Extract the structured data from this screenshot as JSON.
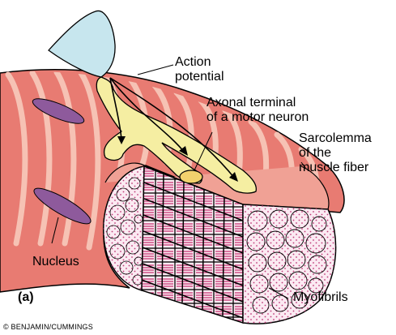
{
  "diagram": {
    "labels": {
      "action_potential": [
        "Action",
        "potential"
      ],
      "axonal_terminal": [
        "Axonal terminal",
        "of a motor neuron"
      ],
      "sarcolemma": [
        "Sarcolemma",
        "of the",
        "muscle fiber"
      ],
      "nucleus": "Nucleus",
      "myofibrils": "Myofibrils",
      "panel_letter": "(a)",
      "credit": "© BENJAMIN/CUMMINGS"
    },
    "colors": {
      "fiber_surface": "#e87b72",
      "fiber_stripe": "#f6c2b4",
      "fiber_top": "#f0a195",
      "nucleus": "#8e5a9c",
      "neuron": "#f5eea2",
      "neuron_body": "#c7e6ee",
      "grid_line": "#c42f6e",
      "myofibril_dots": "#c03a78",
      "myofibril_fill": "#fbeaf2",
      "terminal": "#f2d16d",
      "outline": "#000000"
    }
  }
}
